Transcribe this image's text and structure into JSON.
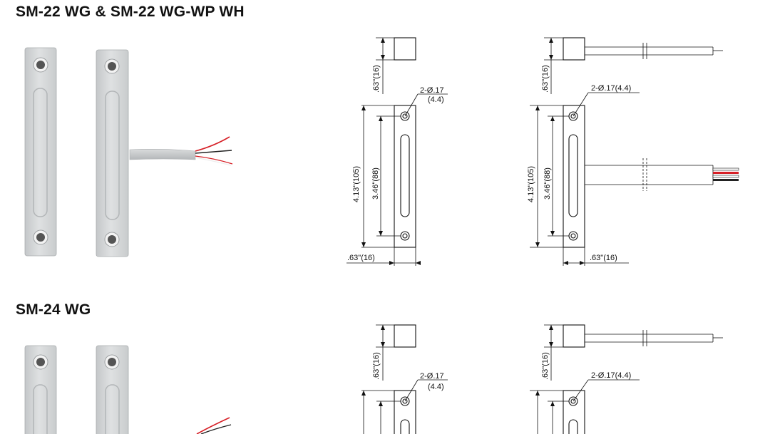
{
  "sections": [
    {
      "title": "SM-22 WG & SM-22 WG-WP WH"
    },
    {
      "title": "SM-24 WG"
    }
  ],
  "dims": {
    "width": ".63\"(16)",
    "hole_top": "2-Ø.17",
    "hole_bottom": "(4.4)",
    "hole_inline": "2-Ø.17(4.4)",
    "length_total": "4.13\"(105)",
    "length_holes": "3.46\"(88)"
  },
  "colors": {
    "housing": "#d3d5d6",
    "housing_shade": "#b5b8ba",
    "cable": "#c9cbcc",
    "wire_red": "#d61f26",
    "wire_black": "#222222",
    "wire_white": "#f2f2f2"
  }
}
